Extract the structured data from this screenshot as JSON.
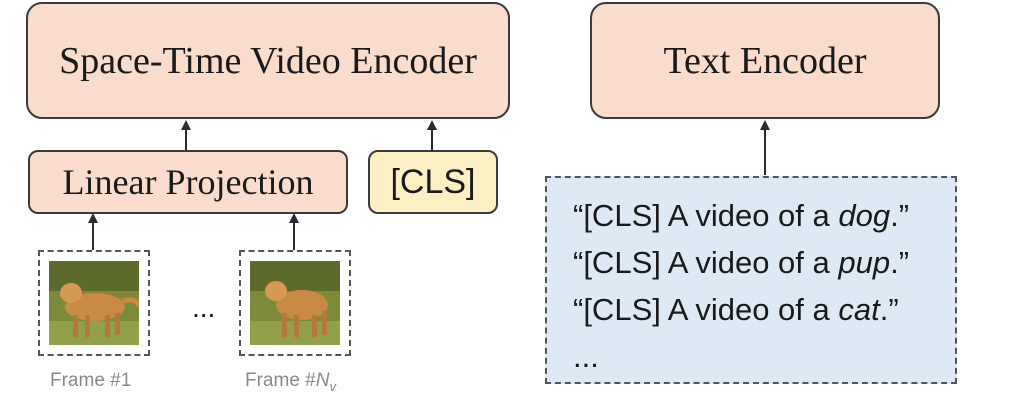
{
  "video_encoder": {
    "label": "Space-Time Video Encoder"
  },
  "text_encoder": {
    "label": "Text Encoder"
  },
  "linear_projection": {
    "label": "Linear Projection"
  },
  "cls_token": {
    "label": "[CLS]"
  },
  "frames": [
    {
      "label_prefix": "Frame #",
      "label_suffix": "1"
    },
    {
      "label_prefix": "Frame #",
      "label_suffix": "N",
      "label_subscript": "v"
    }
  ],
  "ellipsis": "...",
  "prompts": [
    {
      "before": "“[CLS] A video of a ",
      "emph": "dog",
      "after": ".”"
    },
    {
      "before": "“[CLS] A video of a ",
      "emph": "pup",
      "after": ".”"
    },
    {
      "before": "“[CLS] A video of a ",
      "emph": "cat",
      "after": ".”"
    },
    {
      "before": "...",
      "emph": "",
      "after": ""
    }
  ],
  "colors": {
    "encoder_fill": "#f9dccc",
    "cls_fill": "#fdefc4",
    "prompt_fill": "#dde9f5",
    "frame_label": "#8a8a8a"
  }
}
